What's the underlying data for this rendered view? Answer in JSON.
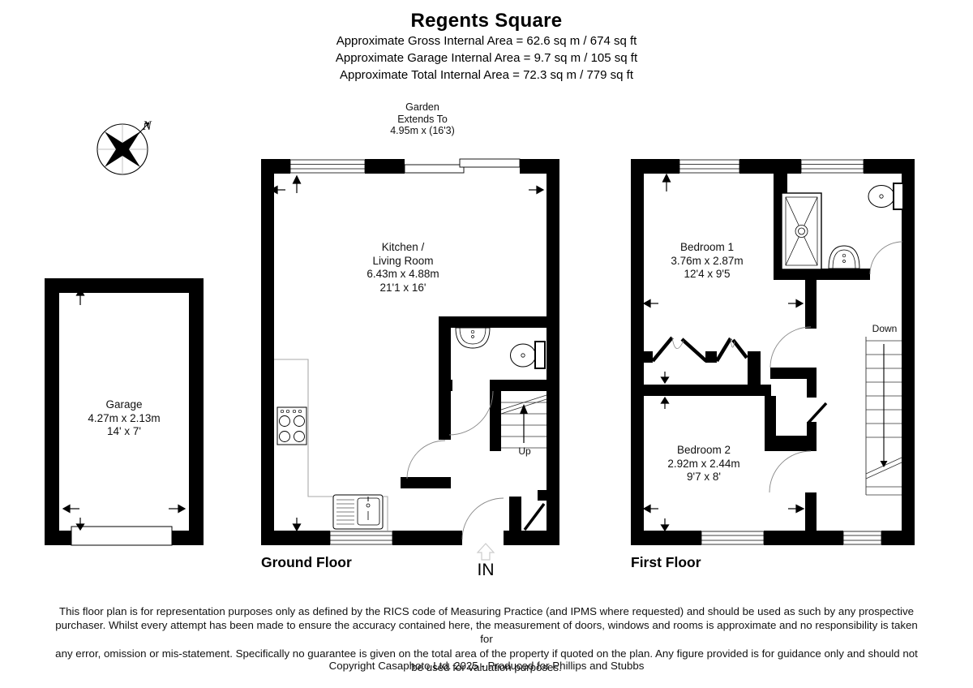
{
  "header": {
    "title": "Regents Square",
    "gross_area": "Approximate Gross Internal Area = 62.6 sq m / 674 sq ft",
    "garage_area": "Approximate Garage Internal Area = 9.7 sq m / 105 sq ft",
    "total_area": "Approximate Total Internal Area = 72.3 sq m / 779 sq ft"
  },
  "compass": {
    "label": "N"
  },
  "garden_note": {
    "line1": "Garden",
    "line2": "Extends To",
    "line3": "4.95m x (16'3)"
  },
  "rooms": {
    "kitchen_living": {
      "line1": "Kitchen /",
      "line2": "Living Room",
      "dims_m": "6.43m x 4.88m",
      "dims_ft": "21'1 x 16'"
    },
    "garage": {
      "name": "Garage",
      "dims_m": "4.27m x 2.13m",
      "dims_ft": "14' x 7'"
    },
    "bedroom1": {
      "name": "Bedroom 1",
      "dims_m": "3.76m x 2.87m",
      "dims_ft": "12'4 x 9'5"
    },
    "bedroom2": {
      "name": "Bedroom 2",
      "dims_m": "2.92m x 2.44m",
      "dims_ft": "9'7 x 8'"
    }
  },
  "stairs": {
    "up": "Up",
    "down": "Down"
  },
  "floor_labels": {
    "ground": "Ground Floor",
    "first": "First Floor"
  },
  "entrance": {
    "label": "IN"
  },
  "footer": {
    "disclaimer": [
      "This floor plan is for representation purposes only as defined by the RICS code of Measuring Practice (and IPMS where requested) and should be used as such by any prospective",
      "purchaser. Whilst every attempt has been made to ensure the accuracy contained here, the measurement of doors, windows and rooms is approximate and no responsibility is taken for",
      "any error, omission or mis-statement. Specifically no guarantee is given on the total area of the property if quoted on the plan. Any figure provided is for guidance only and should not",
      "be used for valuation purposes."
    ],
    "copyright": "Copyright Casaphoto Ltd. 2025 - Produced for Phillips and Stubbs"
  },
  "colors": {
    "wall": "#000000",
    "door_arc": "#888888",
    "counter": "#aaaaaa",
    "in_arrow": "#cccccc"
  }
}
